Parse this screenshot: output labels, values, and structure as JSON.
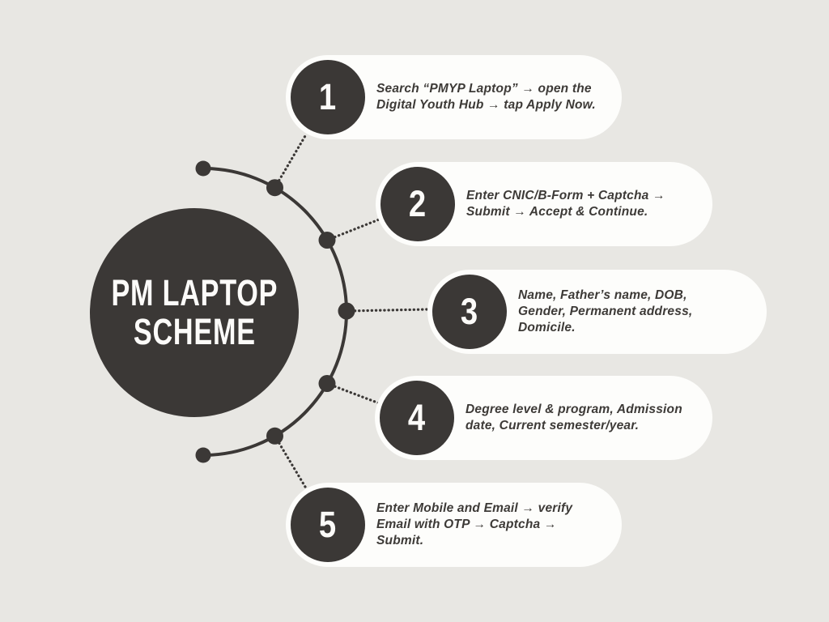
{
  "title": {
    "line1": "PM LAPTOP",
    "line2": "SCHEME"
  },
  "steps": [
    {
      "number": "1",
      "lines": [
        "Search “PMYP Laptop” → open the",
        "Digital Youth Hub → tap Apply Now."
      ]
    },
    {
      "number": "2",
      "lines": [
        "Enter CNIC/B-Form + Captcha →",
        "Submit → Accept & Continue."
      ]
    },
    {
      "number": "3",
      "lines": [
        "Name, Father’s name, DOB,",
        "Gender, Permanent address,",
        "Domicile."
      ]
    },
    {
      "number": "4",
      "lines": [
        "Degree level & program, Admission",
        "date, Current semester/year."
      ]
    },
    {
      "number": "5",
      "lines": [
        "Enter Mobile and Email → verify",
        "Email with OTP → Captcha →",
        "Submit."
      ]
    }
  ],
  "colors": {
    "background": "#e8e7e3",
    "dark": "#3b3836",
    "card": "#fdfdfb",
    "text": "#3d3a37",
    "title_text": "#fcfbf9"
  }
}
